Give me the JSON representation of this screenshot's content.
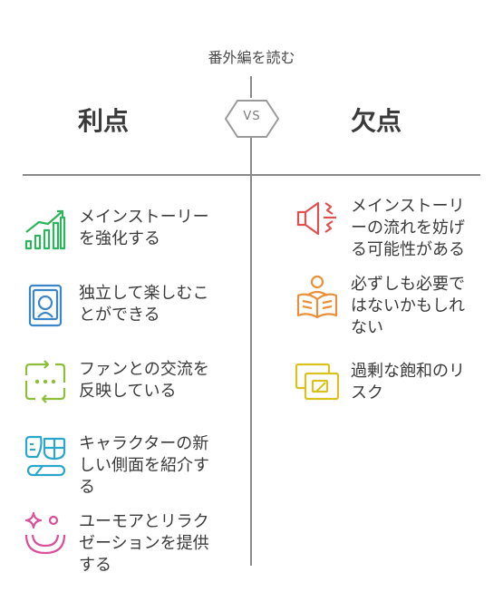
{
  "title": "番外編を読む",
  "vs_label": "VS",
  "pros": {
    "heading": "利点",
    "items": [
      {
        "text": "メインストーリーを強化する",
        "icon": "growth-chart-icon",
        "color": "#2fb35f"
      },
      {
        "text": "独立して楽しむことができる",
        "icon": "book-portrait-icon",
        "color": "#3b86c8"
      },
      {
        "text": "ファンとの交流を反映している",
        "icon": "chat-exchange-icon",
        "color": "#8dbd3a"
      },
      {
        "text": "キャラクターの新しい側面を紹介する",
        "icon": "character-mask-icon",
        "color": "#2aa6c8"
      },
      {
        "text": "ユーモアとリラクゼーションを提供する",
        "icon": "sparkle-smile-icon",
        "color": "#d9509b"
      }
    ]
  },
  "cons": {
    "heading": "欠点",
    "items": [
      {
        "text": "メインストーリーの流れを妨げる可能性がある",
        "icon": "megaphone-icon",
        "color": "#e05050"
      },
      {
        "text": "必ずしも必要ではないかもしれない",
        "icon": "reader-icon",
        "color": "#e8913a"
      },
      {
        "text": "過剰な飽和のリスク",
        "icon": "overlap-cards-icon",
        "color": "#d9c21e"
      }
    ]
  }
}
